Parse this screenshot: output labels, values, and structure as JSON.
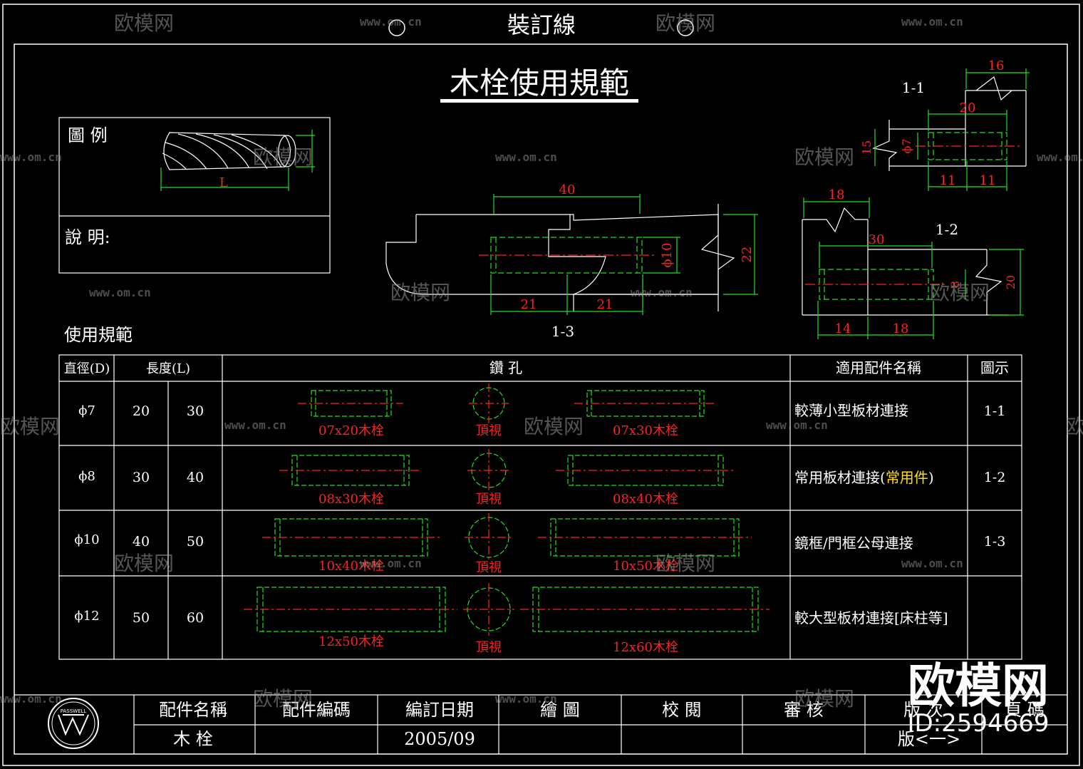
{
  "header": {
    "binding_line": "裝訂線"
  },
  "title": "木栓使用規範",
  "legend": {
    "label": "圖 例",
    "length_symbol": "L",
    "desc_label": "說 明:"
  },
  "section_title": "使用規範",
  "views": {
    "v13": {
      "label": "1-3",
      "d40": "40",
      "d21a": "21",
      "d21b": "21",
      "phi10": "ϕ10",
      "d22": "22"
    },
    "v11": {
      "label": "1-1",
      "d16": "16",
      "d20": "20",
      "d11a": "11",
      "d11b": "11",
      "d15": "15",
      "phi7": "ϕ7"
    },
    "v12": {
      "label": "1-2",
      "d18": "18",
      "d30": "30",
      "d14": "14",
      "d18b": "18",
      "d8": "8",
      "d20": "20"
    }
  },
  "table": {
    "headers": {
      "diameter": "直徑(D)",
      "length": "長度(L)",
      "drill": "鑽 孔",
      "usage": "適用配件名稱",
      "figure": "圖示"
    },
    "top_view": "頂視",
    "rows": [
      {
        "d": "ϕ7",
        "l1": "20",
        "l2": "30",
        "lab1": "07x20木栓",
        "lab2": "07x30木栓",
        "usage": "較薄小型板材連接",
        "usage_note": "",
        "fig": "1-1"
      },
      {
        "d": "ϕ8",
        "l1": "30",
        "l2": "40",
        "lab1": "08x30木栓",
        "lab2": "08x40木栓",
        "usage": "常用板材連接(",
        "usage_note": "常用件",
        "usage_end": ")",
        "fig": "1-2"
      },
      {
        "d": "ϕ10",
        "l1": "40",
        "l2": "50",
        "lab1": "10x40木栓",
        "lab2": "10x50木栓",
        "usage": "鏡框/門框公母連接",
        "usage_note": "",
        "fig": "1-3"
      },
      {
        "d": "ϕ12",
        "l1": "50",
        "l2": "60",
        "lab1": "12x50木栓",
        "lab2": "12x60木栓",
        "usage": "較大型板材連接[床柱等]",
        "usage_note": "",
        "fig": ""
      }
    ]
  },
  "titleblock": {
    "logo_text": "PASSWELL",
    "h1": "配件名稱",
    "h2": "配件編碼",
    "h3": "編訂日期",
    "h4": "繪 圖",
    "h5": "校 閱",
    "h6": "審 核",
    "h7": "版 次",
    "h8": "頁 碼",
    "v1": "木 栓",
    "v3": "2005/09",
    "v7": "版<一>"
  },
  "watermark": {
    "brand": "欧模网",
    "site": "www.om.cn",
    "id": "ID:2594669"
  },
  "colors": {
    "background": "#000000",
    "line": "#ffffff",
    "dimension": "#20e020",
    "center": "#ff2020",
    "note": "#ffe000"
  }
}
